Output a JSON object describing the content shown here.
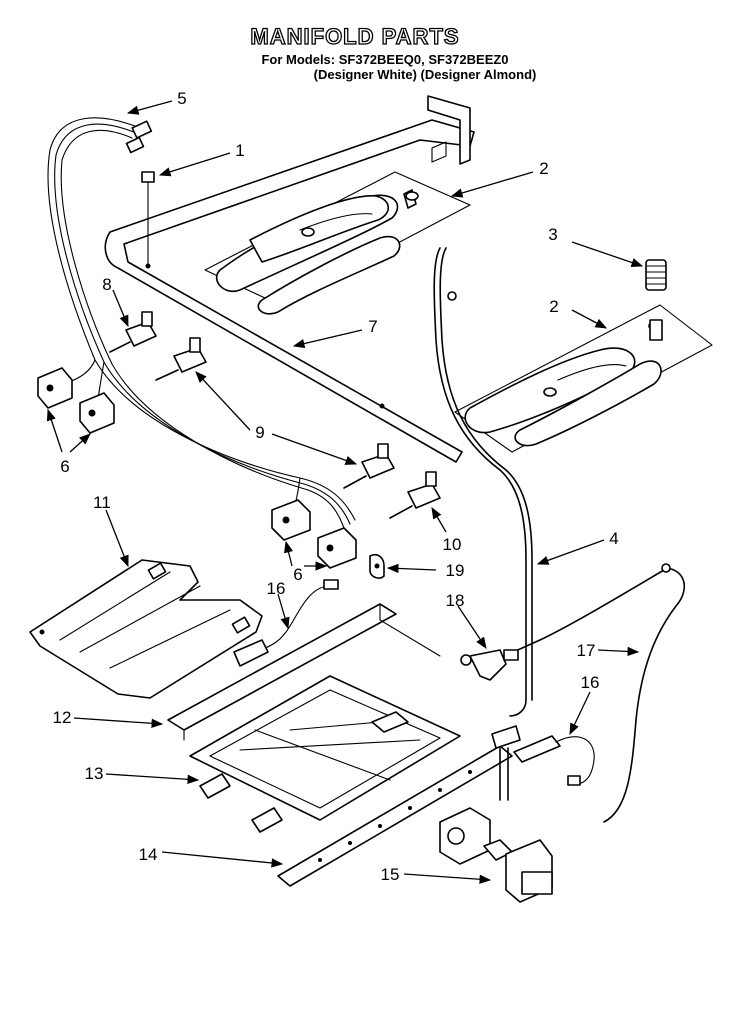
{
  "title": "MANIFOLD PARTS",
  "subtitle_models": "For Models: SF372BEEQ0, SF372BEEZ0",
  "subtitle_finish": "(Designer White)  (Designer Almond)",
  "callouts": {
    "c1": "1",
    "c2a": "2",
    "c2b": "2",
    "c3": "3",
    "c4": "4",
    "c5": "5",
    "c6a": "6",
    "c6b": "6",
    "c7": "7",
    "c8": "8",
    "c9": "9",
    "c10": "10",
    "c11": "11",
    "c12": "12",
    "c13": "13",
    "c14": "14",
    "c15": "15",
    "c16a": "16",
    "c16b": "16",
    "c17": "17",
    "c18": "18",
    "c19": "19"
  }
}
